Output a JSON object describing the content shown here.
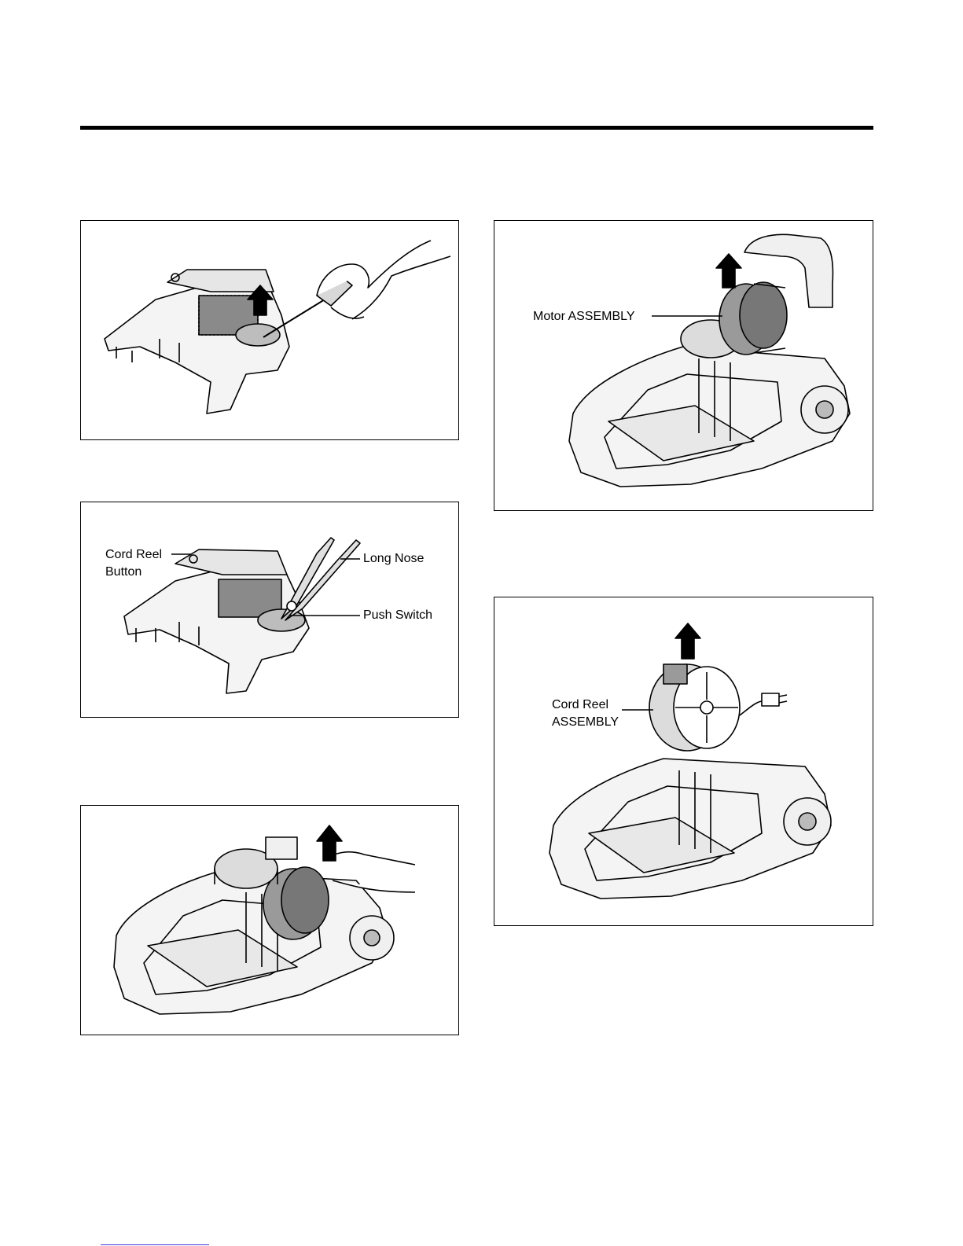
{
  "figures": {
    "fig1": {
      "callouts": []
    },
    "fig2": {
      "callouts": {
        "cord_reel_button_1": "Cord Reel",
        "cord_reel_button_2": "Button",
        "long_nose": "Long Nose",
        "push_switch": "Push Switch"
      }
    },
    "fig3": {
      "callouts": []
    },
    "fig4": {
      "callouts": {
        "motor_assembly": "Motor ASSEMBLY"
      }
    },
    "fig5": {
      "callouts": {
        "cord_reel_assembly_1": "Cord Reel",
        "cord_reel_assembly_2": "ASSEMBLY"
      }
    }
  },
  "icons": [
    "up-arrow-icon",
    "hand-icon",
    "screwdriver-icon",
    "long-nose-pliers-icon",
    "vacuum-body-icon",
    "motor-icon",
    "cord-reel-icon",
    "plug-icon",
    "wheel-icon"
  ]
}
